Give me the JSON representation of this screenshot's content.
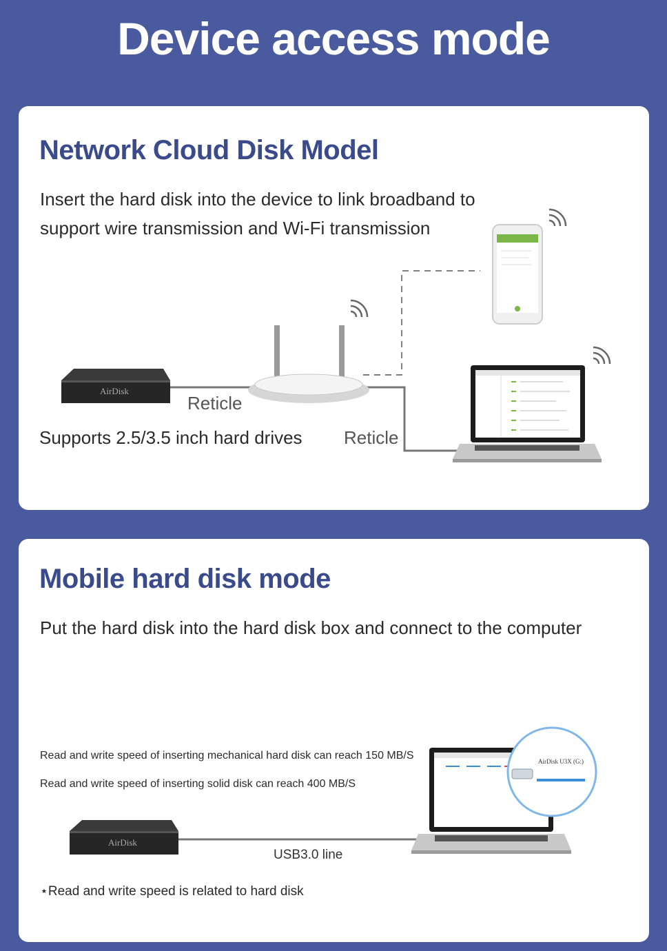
{
  "page_title": "Device access mode",
  "network_section": {
    "title": "Network Cloud Disk Model",
    "description_line1": "Insert the hard disk into the device to link broadband to",
    "description_line2": "support wire transmission and Wi-Fi transmission",
    "cable_label_1": "Reticle",
    "cable_label_2": "Reticle",
    "drive_support": "Supports 2.5/3.5 inch hard drives",
    "device_brand": "AirDisk"
  },
  "mobile_section": {
    "title": "Mobile hard disk mode",
    "description": "Put the hard disk into the hard disk box and connect to the computer",
    "speed_mechanical": "Read and write speed of inserting mechanical hard disk can reach 150 MB/S",
    "speed_solid": "Read and write speed of inserting solid disk can reach 400 MB/S",
    "cable_label": "USB3.0 line",
    "footnote": "⋆Read and write speed is related to hard disk",
    "device_brand": "AirDisk",
    "drive_name": "AirDisk U3X (G:)"
  },
  "colors": {
    "background": "#4a5a9e",
    "heading": "#3a4a8a",
    "card": "#ffffff",
    "accent_green": "#7ab648"
  }
}
